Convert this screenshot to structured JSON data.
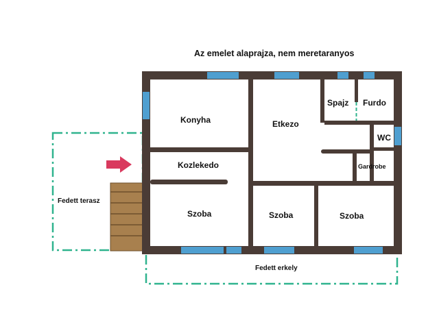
{
  "title": "Az emelet alaprajza, nem meretaranyos",
  "rooms": {
    "konyha": "Konyha",
    "etkezo": "Etkezo",
    "spajz": "Spajz",
    "furdo": "Furdo",
    "wc": "WC",
    "gardrobe": "Gardrobe",
    "kozlekedo": "Kozlekedo",
    "szoba_left": "Szoba",
    "szoba_mid": "Szoba",
    "szoba_right": "Szoba"
  },
  "outdoor": {
    "terrace": "Fedett terasz",
    "balcony": "Fedett erkely"
  },
  "colors": {
    "wall": "#4a3c36",
    "window": "#4f9fd0",
    "dashed_outline": "#2fb38e",
    "arrow": "#d93a5e",
    "stairs": "#a8804e",
    "stairs_lines": "#6e4f2c"
  }
}
